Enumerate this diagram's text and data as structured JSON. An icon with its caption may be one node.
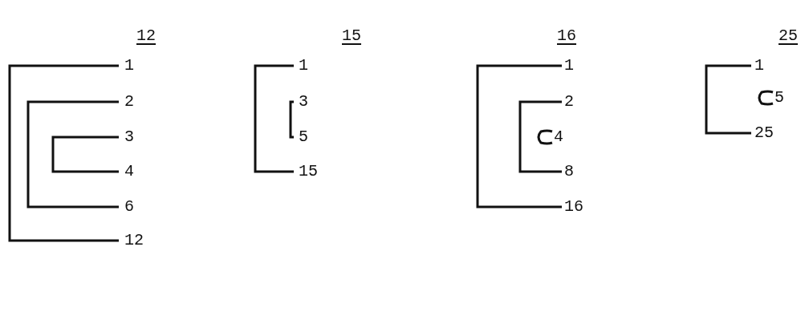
{
  "diagram": {
    "labels": [
      "12",
      "1",
      "2",
      "3",
      "4",
      "6",
      "12",
      "15",
      "1",
      "3",
      "5",
      "15",
      "16",
      "1",
      "2",
      "4",
      "8",
      "16",
      "25",
      "1",
      "5",
      "25"
    ]
  }
}
